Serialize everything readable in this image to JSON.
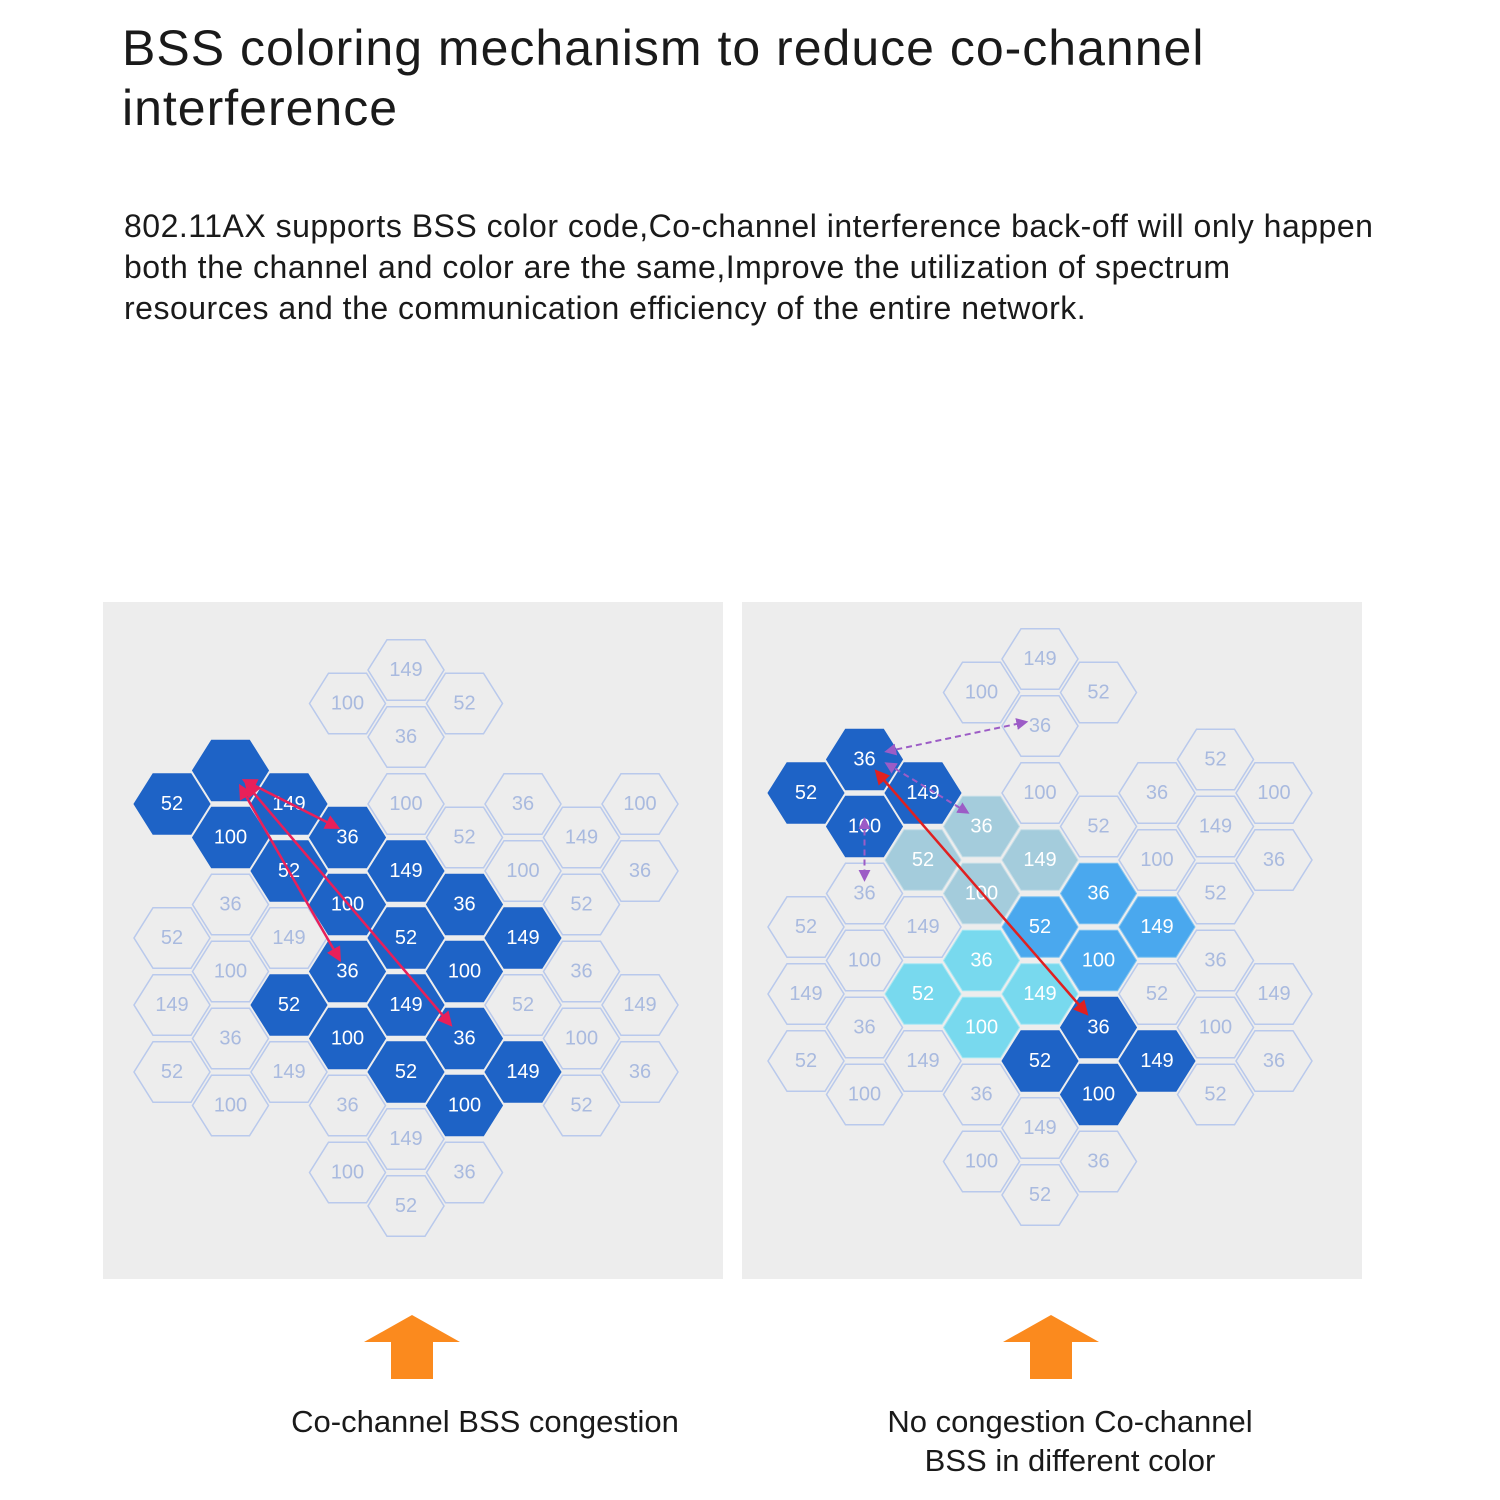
{
  "title": "BSS coloring mechanism to reduce co-channel interference",
  "description": "802.11AX supports BSS color code,Co-channel interference back-off will only happen both the channel and color are the same,Improve the utilization of spectrum resources and the communication efficiency of the entire network.",
  "colors": {
    "panel_bg": "#ededed",
    "outline": "#b9c9ec",
    "outline_text": "#a9badf",
    "dark_blue": "#1e63c6",
    "mid_blue": "#4aa8ee",
    "cyan": "#78d9ee",
    "pale_teal": "#a4ccdc",
    "red_arrow": "#e8205a",
    "purple_dashed": "#9c5cc6",
    "orange_arrow": "#fb8a1e"
  },
  "left_panel": {
    "name": "co-channel-congestion",
    "caption": "Co-channel BSS congestion",
    "hexes": [
      {
        "label": "149",
        "style": "outline",
        "x": 0,
        "y": 0
      },
      {
        "label": "100",
        "style": "outline",
        "x": -1,
        "y": 1
      },
      {
        "label": "52",
        "style": "outline",
        "x": 1,
        "y": 1
      },
      {
        "label": "36",
        "style": "outline",
        "x": 0,
        "y": 2
      },
      {
        "label": "52",
        "style": "dark",
        "x": -4,
        "y": 4
      },
      {
        "label": "",
        "style": "dark",
        "x": -3,
        "y": 3
      },
      {
        "label": "149",
        "style": "dark",
        "x": -2,
        "y": 4
      },
      {
        "label": "100",
        "style": "dark",
        "x": -3,
        "y": 5
      },
      {
        "label": "36",
        "style": "dark",
        "x": -1,
        "y": 5
      },
      {
        "label": "52",
        "style": "dark",
        "x": -2,
        "y": 6
      },
      {
        "label": "149",
        "style": "dark",
        "x": 0,
        "y": 6
      },
      {
        "label": "100",
        "style": "dark",
        "x": -1,
        "y": 7
      },
      {
        "label": "36",
        "style": "dark",
        "x": 1,
        "y": 7
      },
      {
        "label": "52",
        "style": "dark",
        "x": 0,
        "y": 8
      },
      {
        "label": "149",
        "style": "dark",
        "x": 2,
        "y": 8
      },
      {
        "label": "36",
        "style": "dark",
        "x": -1,
        "y": 9
      },
      {
        "label": "100",
        "style": "dark",
        "x": 1,
        "y": 9
      },
      {
        "label": "52",
        "style": "dark",
        "x": -2,
        "y": 10
      },
      {
        "label": "149",
        "style": "dark",
        "x": 0,
        "y": 10
      },
      {
        "label": "100",
        "style": "dark",
        "x": -1,
        "y": 11
      },
      {
        "label": "36",
        "style": "dark",
        "x": 1,
        "y": 11
      },
      {
        "label": "52",
        "style": "dark",
        "x": 0,
        "y": 12
      },
      {
        "label": "149",
        "style": "dark",
        "x": 2,
        "y": 12
      },
      {
        "label": "100",
        "style": "dark",
        "x": 1,
        "y": 13
      },
      {
        "label": "100",
        "style": "outline",
        "x": 0,
        "y": 4
      },
      {
        "label": "52",
        "style": "outline",
        "x": 1,
        "y": 5
      },
      {
        "label": "36",
        "style": "outline",
        "x": 2,
        "y": 4
      },
      {
        "label": "100",
        "style": "outline",
        "x": 2,
        "y": 6
      },
      {
        "label": "149",
        "style": "outline",
        "x": 3,
        "y": 5
      },
      {
        "label": "52",
        "style": "outline",
        "x": 3,
        "y": 7
      },
      {
        "label": "100",
        "style": "outline",
        "x": 4,
        "y": 4
      },
      {
        "label": "36",
        "style": "outline",
        "x": 4,
        "y": 6
      },
      {
        "label": "36",
        "style": "outline",
        "x": 3,
        "y": 9
      },
      {
        "label": "52",
        "style": "outline",
        "x": 2,
        "y": 10
      },
      {
        "label": "149",
        "style": "outline",
        "x": 4,
        "y": 10
      },
      {
        "label": "100",
        "style": "outline",
        "x": 3,
        "y": 11
      },
      {
        "label": "36",
        "style": "outline",
        "x": 4,
        "y": 12
      },
      {
        "label": "52",
        "style": "outline",
        "x": 3,
        "y": 13
      },
      {
        "label": "36",
        "style": "outline",
        "x": -3,
        "y": 7
      },
      {
        "label": "52",
        "style": "outline",
        "x": -4,
        "y": 8
      },
      {
        "label": "149",
        "style": "outline",
        "x": -2,
        "y": 8
      },
      {
        "label": "100",
        "style": "outline",
        "x": -3,
        "y": 9
      },
      {
        "label": "149",
        "style": "outline",
        "x": -4,
        "y": 10
      },
      {
        "label": "36",
        "style": "outline",
        "x": -3,
        "y": 11
      },
      {
        "label": "52",
        "style": "outline",
        "x": -4,
        "y": 12
      },
      {
        "label": "149",
        "style": "outline",
        "x": -2,
        "y": 12
      },
      {
        "label": "100",
        "style": "outline",
        "x": -3,
        "y": 13
      },
      {
        "label": "36",
        "style": "outline",
        "x": -1,
        "y": 13
      },
      {
        "label": "149",
        "style": "outline",
        "x": 0,
        "y": 14
      },
      {
        "label": "100",
        "style": "outline",
        "x": -1,
        "y": 15
      },
      {
        "label": "36",
        "style": "outline",
        "x": 1,
        "y": 15
      },
      {
        "label": "52",
        "style": "outline",
        "x": 0,
        "y": 16
      }
    ]
  },
  "right_panel": {
    "name": "no-congestion-different-color",
    "caption_line1": "No congestion Co-channel",
    "caption_line2": "BSS in different color",
    "hexes": [
      {
        "label": "149",
        "style": "outline",
        "x": 0,
        "y": 0
      },
      {
        "label": "100",
        "style": "outline",
        "x": -1,
        "y": 1
      },
      {
        "label": "52",
        "style": "outline",
        "x": 1,
        "y": 1
      },
      {
        "label": "36",
        "style": "outline",
        "x": 0,
        "y": 2
      },
      {
        "label": "52",
        "style": "dark",
        "x": -4,
        "y": 4
      },
      {
        "label": "36",
        "style": "dark",
        "x": -3,
        "y": 3
      },
      {
        "label": "149",
        "style": "dark",
        "x": -2,
        "y": 4
      },
      {
        "label": "100",
        "style": "dark",
        "x": -3,
        "y": 5
      },
      {
        "label": "100",
        "style": "outline",
        "x": 0,
        "y": 4
      },
      {
        "label": "36",
        "style": "pale",
        "x": -1,
        "y": 5
      },
      {
        "label": "52",
        "style": "outline",
        "x": 1,
        "y": 5
      },
      {
        "label": "52",
        "style": "pale",
        "x": -2,
        "y": 6
      },
      {
        "label": "149",
        "style": "pale",
        "x": 0,
        "y": 6
      },
      {
        "label": "100",
        "style": "pale",
        "x": -1,
        "y": 7
      },
      {
        "label": "36",
        "style": "mid",
        "x": 1,
        "y": 7
      },
      {
        "label": "52",
        "style": "mid",
        "x": 0,
        "y": 8
      },
      {
        "label": "149",
        "style": "mid",
        "x": 2,
        "y": 8
      },
      {
        "label": "100",
        "style": "mid",
        "x": 1,
        "y": 9
      },
      {
        "label": "36",
        "style": "cyan",
        "x": -1,
        "y": 9
      },
      {
        "label": "52",
        "style": "cyan",
        "x": -2,
        "y": 10
      },
      {
        "label": "149",
        "style": "cyan",
        "x": 0,
        "y": 10
      },
      {
        "label": "100",
        "style": "cyan",
        "x": -1,
        "y": 11
      },
      {
        "label": "36",
        "style": "dark",
        "x": 1,
        "y": 11
      },
      {
        "label": "52",
        "style": "dark",
        "x": 0,
        "y": 12
      },
      {
        "label": "149",
        "style": "dark",
        "x": 2,
        "y": 12
      },
      {
        "label": "100",
        "style": "dark",
        "x": 1,
        "y": 13
      },
      {
        "label": "36",
        "style": "outline",
        "x": -3,
        "y": 7
      },
      {
        "label": "52",
        "style": "outline",
        "x": -4,
        "y": 8
      },
      {
        "label": "149",
        "style": "outline",
        "x": -2,
        "y": 8
      },
      {
        "label": "100",
        "style": "outline",
        "x": -3,
        "y": 9
      },
      {
        "label": "149",
        "style": "outline",
        "x": -4,
        "y": 10
      },
      {
        "label": "36",
        "style": "outline",
        "x": -3,
        "y": 11
      },
      {
        "label": "52",
        "style": "outline",
        "x": -4,
        "y": 12
      },
      {
        "label": "149",
        "style": "outline",
        "x": -2,
        "y": 12
      },
      {
        "label": "100",
        "style": "outline",
        "x": -3,
        "y": 13
      },
      {
        "label": "36",
        "style": "outline",
        "x": -1,
        "y": 13
      },
      {
        "label": "149",
        "style": "outline",
        "x": 0,
        "y": 14
      },
      {
        "label": "100",
        "style": "outline",
        "x": -1,
        "y": 15
      },
      {
        "label": "36",
        "style": "outline",
        "x": 1,
        "y": 15
      },
      {
        "label": "52",
        "style": "outline",
        "x": 0,
        "y": 16
      },
      {
        "label": "36",
        "style": "outline",
        "x": 2,
        "y": 4
      },
      {
        "label": "52",
        "style": "outline",
        "x": 3,
        "y": 3
      },
      {
        "label": "100",
        "style": "outline",
        "x": 4,
        "y": 4
      },
      {
        "label": "149",
        "style": "outline",
        "x": 3,
        "y": 5
      },
      {
        "label": "100",
        "style": "outline",
        "x": 2,
        "y": 6
      },
      {
        "label": "36",
        "style": "outline",
        "x": 4,
        "y": 6
      },
      {
        "label": "52",
        "style": "outline",
        "x": 3,
        "y": 7
      },
      {
        "label": "36",
        "style": "outline",
        "x": 3,
        "y": 9
      },
      {
        "label": "52",
        "style": "outline",
        "x": 2,
        "y": 10
      },
      {
        "label": "149",
        "style": "outline",
        "x": 4,
        "y": 10
      },
      {
        "label": "100",
        "style": "outline",
        "x": 3,
        "y": 11
      },
      {
        "label": "36",
        "style": "outline",
        "x": 4,
        "y": 12
      },
      {
        "label": "52",
        "style": "outline",
        "x": 3,
        "y": 13
      }
    ]
  }
}
